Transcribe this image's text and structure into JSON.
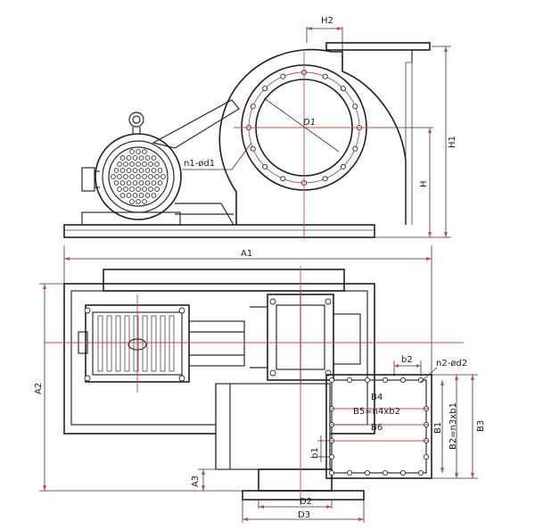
{
  "labels": {
    "H2": "H2",
    "H1": "H1",
    "H": "H",
    "D1": "D1",
    "n1d1": "n1-ød1",
    "A1": "A1",
    "A2": "A2",
    "A3": "A3",
    "b2": "b2",
    "n2d2": "n2-ød2",
    "B4": "B4",
    "B5": "B5=n4xb2",
    "B6": "B6",
    "B1": "B1",
    "B2": "B2=n3xb1",
    "B3": "B3",
    "b1": "b1",
    "D2": "D2",
    "D3": "D3"
  },
  "colors": {
    "line": "#2b2b2b",
    "centerline": "#c64a4a"
  }
}
